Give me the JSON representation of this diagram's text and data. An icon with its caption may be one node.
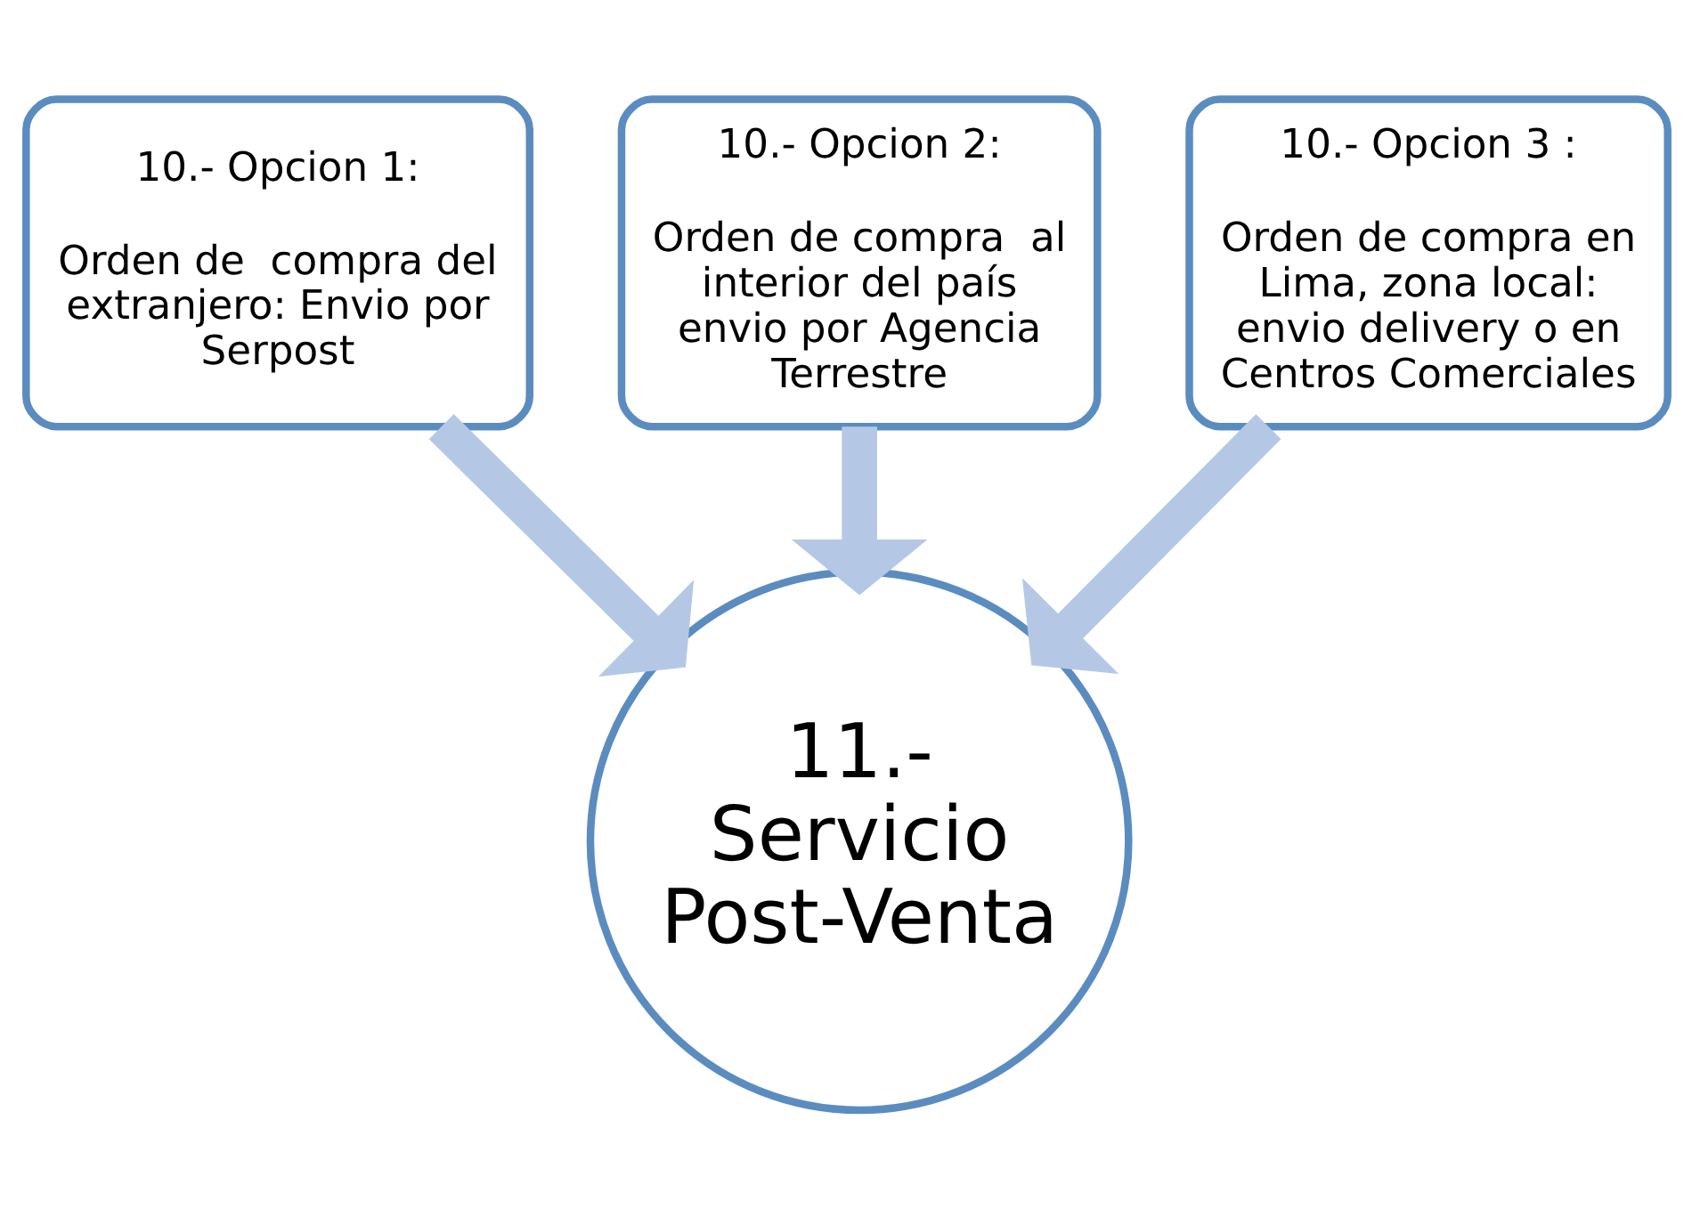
{
  "diagram": {
    "nodes": [
      {
        "text": [
          "10.- Opcion 1:",
          "Orden de  compra del extranjero: Envio por Serpost"
        ]
      },
      {
        "text": [
          "10.- Opcion 2:",
          "Orden de compra  al interior del país envio por Agencia Terrestre"
        ]
      },
      {
        "text": [
          "10.- Opcion 3 :",
          "Orden de compra en Lima, zona local: envio delivery o en Centros Comerciales"
        ]
      },
      {
        "text": [
          "11.- Servicio Post-Venta"
        ]
      }
    ],
    "edges": [
      {
        "from": 0,
        "to": 3,
        "arrow": "to"
      },
      {
        "from": 1,
        "to": 3,
        "arrow": "to"
      },
      {
        "from": 2,
        "to": 3,
        "arrow": "to"
      }
    ]
  }
}
